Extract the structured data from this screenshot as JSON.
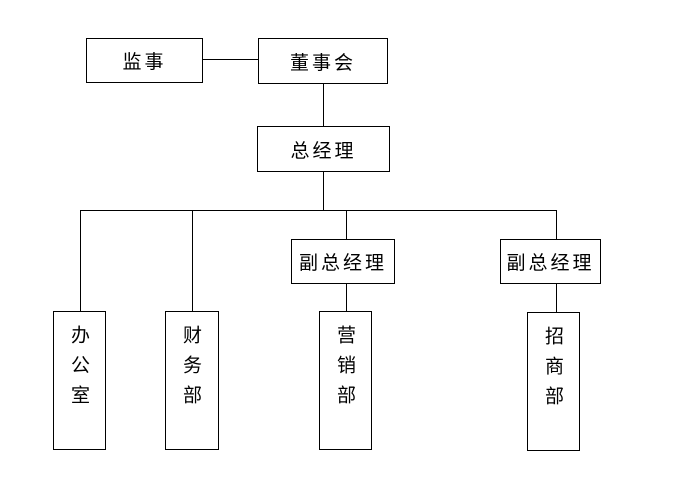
{
  "diagram": {
    "type": "org-chart",
    "background_color": "#ffffff",
    "line_color": "#000000",
    "box_border_color": "#000000",
    "text_color": "#000000",
    "nodes": {
      "supervisor": {
        "label": "监事",
        "orientation": "horizontal"
      },
      "board": {
        "label": "董事会",
        "orientation": "horizontal"
      },
      "general_manager": {
        "label": "总经理",
        "orientation": "horizontal"
      },
      "deputy_gm_left": {
        "label": "副总经理",
        "orientation": "horizontal"
      },
      "deputy_gm_right": {
        "label": "副总经理",
        "orientation": "horizontal"
      },
      "office": {
        "label": "办公室",
        "orientation": "vertical"
      },
      "finance": {
        "label": "财务部",
        "orientation": "vertical"
      },
      "marketing": {
        "label": "营销部",
        "orientation": "vertical"
      },
      "investment": {
        "label": "招商部",
        "orientation": "vertical"
      }
    },
    "edges": [
      {
        "from": "supervisor",
        "to": "board"
      },
      {
        "from": "board",
        "to": "general_manager"
      },
      {
        "from": "general_manager",
        "to": "office"
      },
      {
        "from": "general_manager",
        "to": "finance"
      },
      {
        "from": "general_manager",
        "to": "deputy_gm_left"
      },
      {
        "from": "general_manager",
        "to": "deputy_gm_right"
      },
      {
        "from": "deputy_gm_left",
        "to": "marketing"
      },
      {
        "from": "deputy_gm_right",
        "to": "investment"
      }
    ]
  }
}
